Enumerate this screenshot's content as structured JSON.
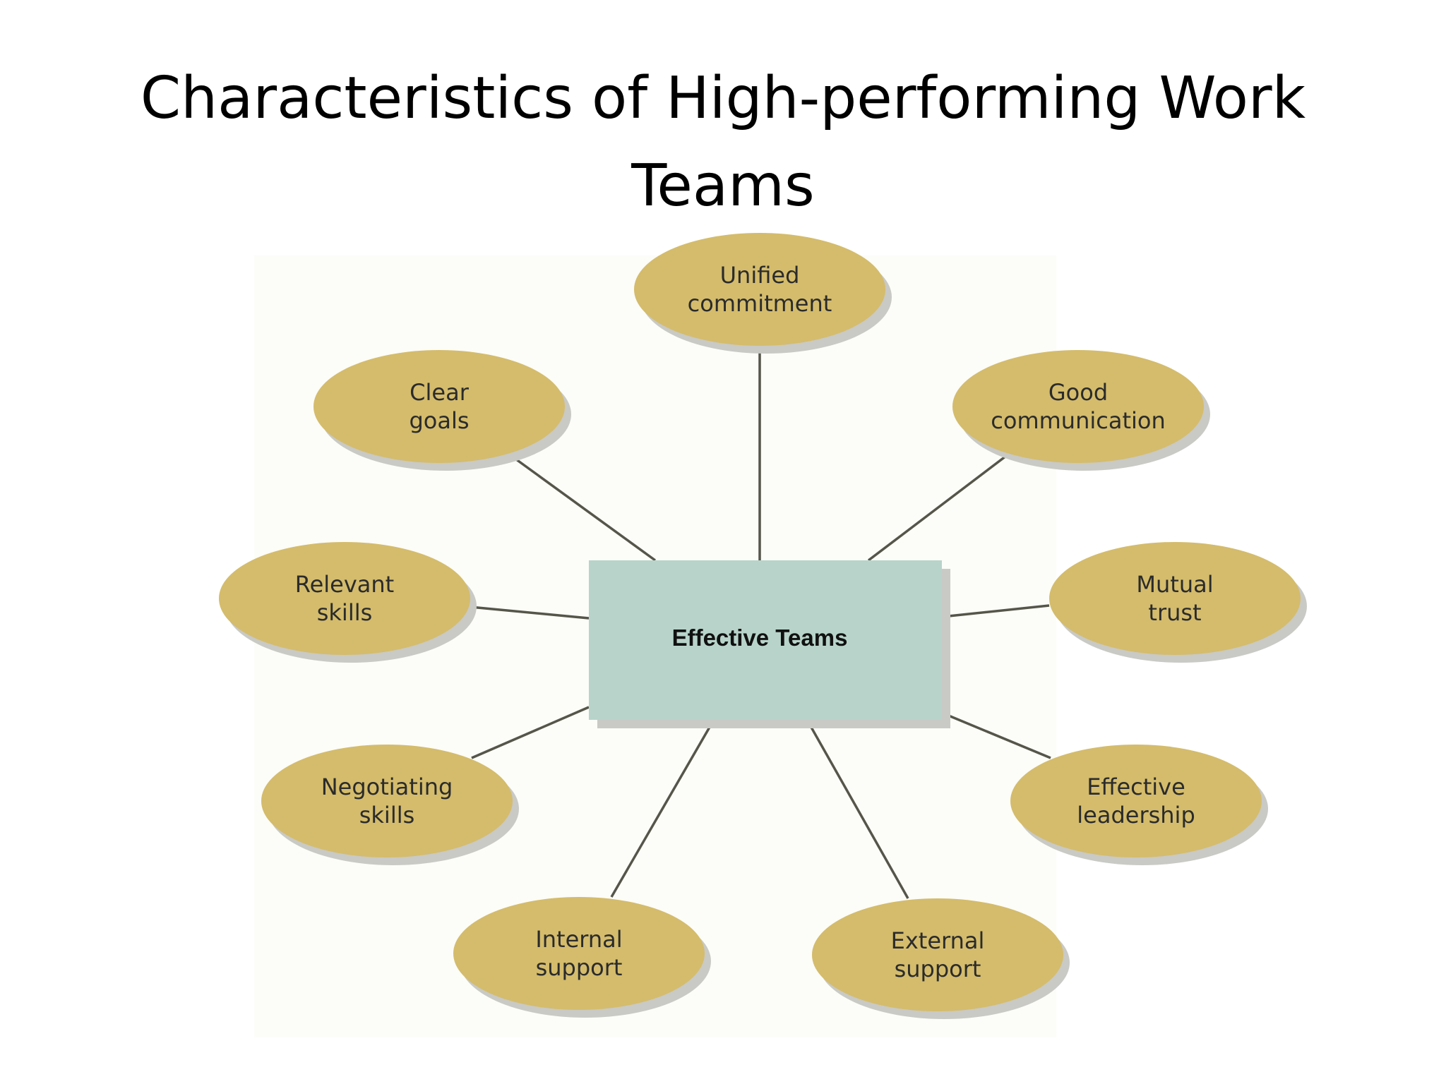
{
  "title": {
    "line1": "Characteristics of High-performing Work",
    "line2": "Teams"
  },
  "colors": {
    "node_fill": "#d4bc6c",
    "node_shadow": "#c9c9c5",
    "hub_fill": "#b8d4ca",
    "connector": "#55554a"
  },
  "hub": {
    "label": "Effective Teams"
  },
  "nodes": [
    {
      "id": "unified-commitment",
      "lines": [
        "Unified",
        "commitment"
      ]
    },
    {
      "id": "good-communication",
      "lines": [
        "Good",
        "communication"
      ]
    },
    {
      "id": "mutual-trust",
      "lines": [
        "Mutual",
        "trust"
      ]
    },
    {
      "id": "effective-leadership",
      "lines": [
        "Effective",
        "leadership"
      ]
    },
    {
      "id": "external-support",
      "lines": [
        "External",
        "support"
      ]
    },
    {
      "id": "internal-support",
      "lines": [
        "Internal",
        "support"
      ]
    },
    {
      "id": "negotiating-skills",
      "lines": [
        "Negotiating",
        "skills"
      ]
    },
    {
      "id": "relevant-skills",
      "lines": [
        "Relevant",
        "skills"
      ]
    },
    {
      "id": "clear-goals",
      "lines": [
        "Clear",
        "goals"
      ]
    }
  ]
}
